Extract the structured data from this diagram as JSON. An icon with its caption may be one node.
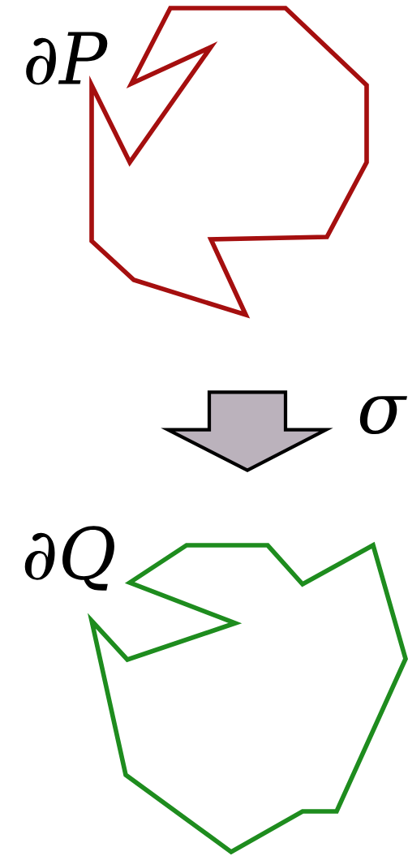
{
  "diagram": {
    "nodes": [
      {
        "text": [
          "∂P"
        ]
      },
      {
        "text": [
          "∂Q"
        ]
      }
    ],
    "edges": [
      {
        "from": 0,
        "to": 1,
        "arrow": "to",
        "label": "σ"
      }
    ]
  }
}
